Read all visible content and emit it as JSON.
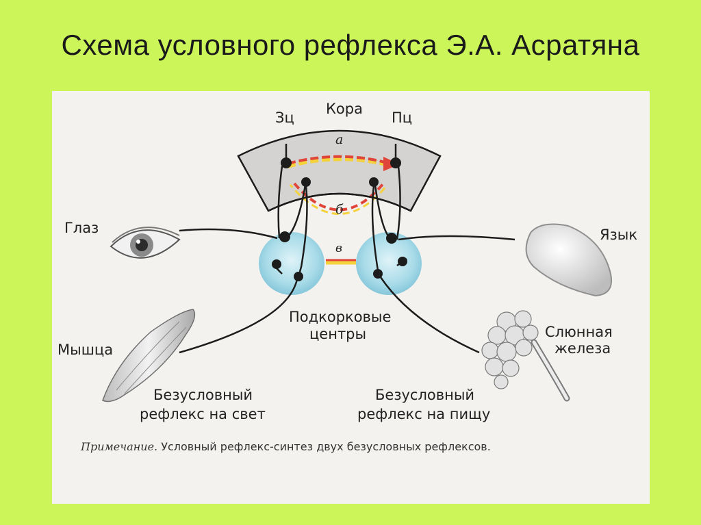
{
  "title": "Схема условного рефлекса Э.А. Асратяна",
  "diagram": {
    "labels": {
      "cortex": "Кора",
      "visual_center": "Зц",
      "food_center": "Пц",
      "path_a": "а",
      "path_b": "б",
      "path_c": "в",
      "eye": "Глаз",
      "tongue": "Язык",
      "muscle": "Мышца",
      "salivary_gland_line1": "Слюнная",
      "salivary_gland_line2": "железа",
      "subcortical_line1": "Подкорковые",
      "subcortical_line2": "центры",
      "light_reflex_line1": "Безусловный",
      "light_reflex_line2": "рефлекс на свет",
      "food_reflex_line1": "Безусловный",
      "food_reflex_line2": "рефлекс на пищу"
    },
    "note_prefix": "Примечание.",
    "note_text": " Условный рефлекс-синтез двух безусловных рефлексов.",
    "colors": {
      "background": "#ccf55a",
      "panel": "#f4f2ef",
      "cortex_fill": "#d4d3d1",
      "subcortical_fill": "#a8dbe8",
      "arrow_red": "#e0453a",
      "arrow_yellow": "#f4d23c",
      "line": "#1c1c1c"
    }
  }
}
